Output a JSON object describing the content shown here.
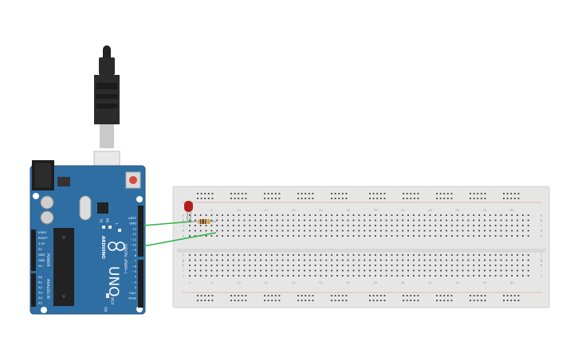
{
  "colors": {
    "board": "#2f6ea3",
    "board_edge": "#24567f",
    "breadboard": "#e6e6e6",
    "breadboard_hole": "#3b3b3b",
    "wire": "#2eb34a",
    "led": "#b51d1d",
    "usb_cable": "#222222",
    "usb_plug": "#c7c7c7",
    "header": "#1f1f1f",
    "reset_button": "#d64b3a"
  },
  "arduino": {
    "logo_text": "UNO",
    "brand_text": "ARDUINO",
    "power_label": "POWER",
    "analog_label": "ANALOG IN",
    "digital_label": "DIGITAL (PWM~)",
    "icsp_label": "ICSP",
    "tx_label": "TX",
    "rx_label": "RX",
    "l_label": "L",
    "on_label": "ON",
    "power_pins": [
      "IOREF",
      "RESET",
      "3.3V",
      "5V",
      "GND",
      "GND",
      "Vin"
    ],
    "analog_pins": [
      "A0",
      "A1",
      "A2",
      "A3",
      "A4",
      "A5"
    ],
    "digital_pins": [
      "AREF",
      "GND",
      "13",
      "12",
      "~11",
      "~10",
      "~9",
      "8",
      "7",
      "~6",
      "~5",
      "4",
      "~3",
      "2",
      "TX▸1",
      "RX◂0"
    ]
  },
  "breadboard": {
    "row_labels_top": [
      "a",
      "b",
      "c",
      "d",
      "e"
    ],
    "row_labels_bottom": [
      "f",
      "g",
      "h",
      "i",
      "j"
    ],
    "column_numbers": [
      "1",
      "5",
      "10",
      "15",
      "20",
      "25",
      "30",
      "35",
      "40",
      "45",
      "50",
      "55",
      "60"
    ]
  }
}
